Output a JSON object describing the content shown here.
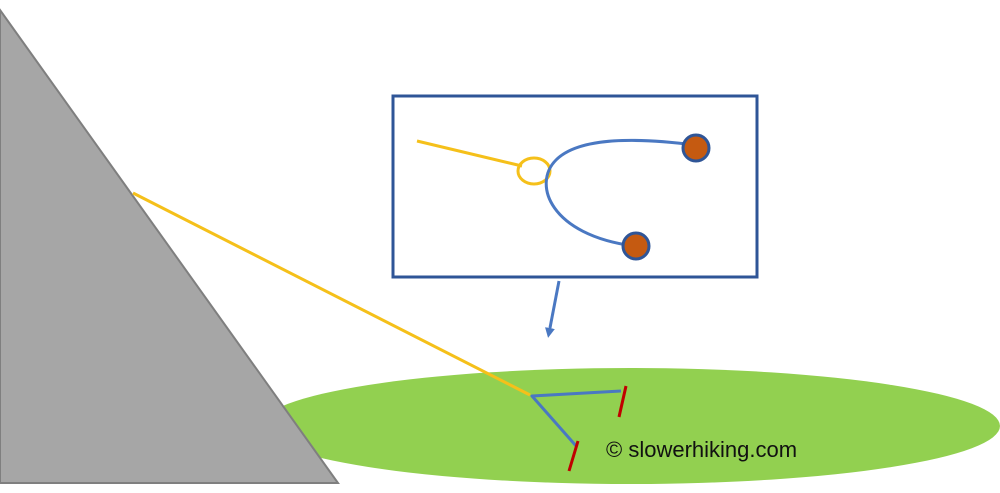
{
  "watermark": {
    "text": "© slowerhiking.com"
  },
  "colors": {
    "background": "#ffffff",
    "rock": "#a6a6a6",
    "rock_outline": "#7f7f7f",
    "ground": "#92d050",
    "rope": "#f5c01a",
    "webbing": "#4a78c2",
    "inset_border": "#2f5597",
    "anchor": "#c55a11",
    "anchor_outline": "#2f5597",
    "stake": "#c00000",
    "text": "#111111"
  },
  "icons": {
    "anchor_points": "filled-circle",
    "rope_ring": "ring",
    "pointer": "arrow-down"
  }
}
